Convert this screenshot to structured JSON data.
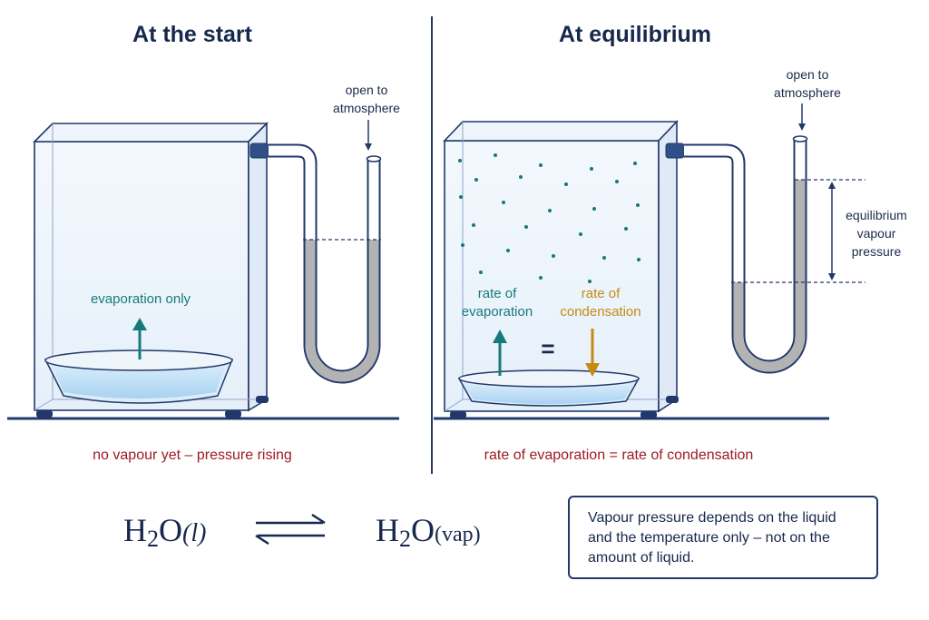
{
  "left_panel": {
    "title": "At the start",
    "open_label_1": "open to",
    "open_label_2": "atmosphere",
    "annotation": "evaporation only",
    "caption": "no vapour yet – pressure rising"
  },
  "right_panel": {
    "title": "At equilibrium",
    "open_label_1": "open to",
    "open_label_2": "atmosphere",
    "evap_label_1": "rate of",
    "evap_label_2": "evaporation",
    "cond_label_1": "rate of",
    "cond_label_2": "condensation",
    "equals_sign": "=",
    "pressure_label_1": "equilibrium",
    "pressure_label_2": "vapour",
    "pressure_label_3": "pressure",
    "caption": "rate of evaporation = rate of condensation"
  },
  "equation": {
    "left_species": "H",
    "left_subscript": "2",
    "left_o": "O",
    "left_state": "(l)",
    "right_species": "H",
    "right_subscript": "2",
    "right_o": "O",
    "right_state": "(vap)"
  },
  "note": {
    "text": "Vapour pressure depends on the liquid and the temperature only – not on the amount of liquid."
  },
  "colors": {
    "navy": "#17284d",
    "teal": "#167a7a",
    "gold": "#c58a12",
    "red": "#9e1b24",
    "water": "#bcdcf3",
    "mercury": "#b3b3b3"
  }
}
